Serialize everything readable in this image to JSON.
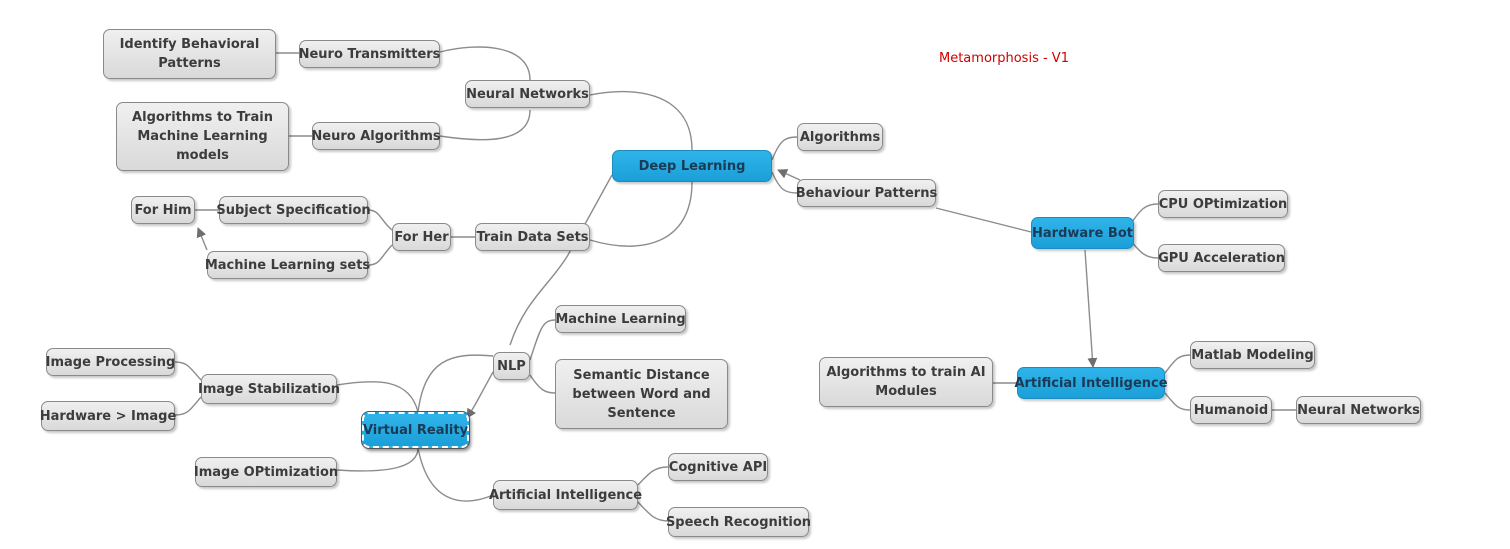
{
  "title": "Metamorphosis - V1",
  "colors": {
    "main_node": "#1b9fd8",
    "node": "#dedede",
    "link": "#888888",
    "title": "#d00000"
  },
  "nodes": {
    "deep_learning": "Deep Learning",
    "neural_networks": "Neural Networks",
    "neuro_transmitters": "Neuro Transmitters",
    "identify_behavioral_patterns": [
      "Identify Behavioral",
      "Patterns"
    ],
    "neuro_algorithms": "Neuro Algorithms",
    "algorithms_to_train_ml": [
      "Algorithms to Train",
      "Machine Learning",
      "models"
    ],
    "algorithms": "Algorithms",
    "behaviour_patterns": "Behaviour Patterns",
    "train_data_sets": "Train Data Sets",
    "for_her": "For Her",
    "subject_specification": "Subject Specification",
    "machine_learning_sets": "Machine Learning sets",
    "for_him": "For Him",
    "hardware_bot": "Hardware Bot",
    "cpu_optimization": "CPU OPtimization",
    "gpu_acceleration": "GPU Acceleration",
    "artificial_intelligence_right": "Artificial Intelligence",
    "algorithms_to_train_ai": [
      "Algorithms to train AI",
      "Modules"
    ],
    "matlab_modeling": "Matlab Modeling",
    "humanoid": "Humanoid",
    "neural_networks_right": "Neural Networks",
    "virtual_reality": "Virtual Reality",
    "nlp": "NLP",
    "machine_learning": "Machine Learning",
    "semantic_distance": [
      "Semantic Distance",
      "between Word and",
      "Sentence"
    ],
    "image_stabilization": "Image Stabilization",
    "image_processing": "Image Processing",
    "hardware_image": "Hardware > Image",
    "image_optimization": "Image OPtimization",
    "artificial_intelligence_bottom": "Artificial Intelligence",
    "cognitive_api": "Cognitive API",
    "speech_recognition": "Speech Recognition"
  }
}
